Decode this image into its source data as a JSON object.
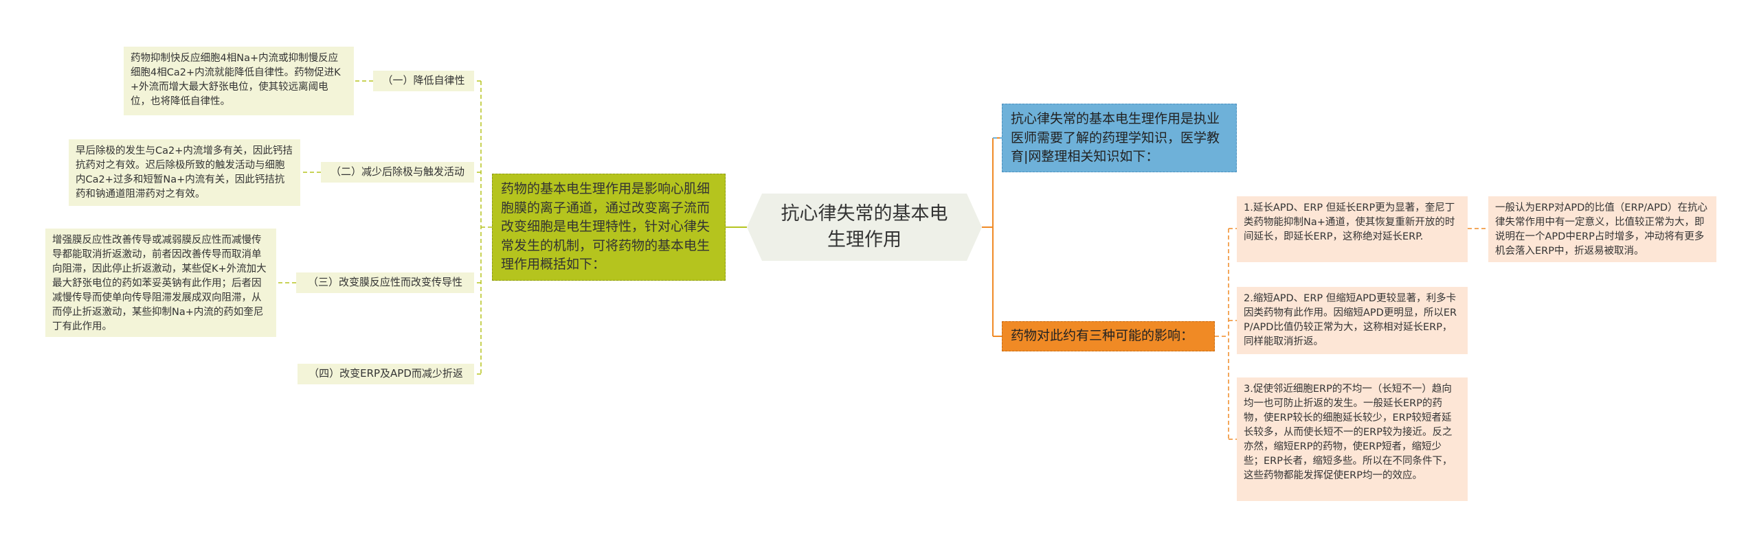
{
  "root": {
    "title": "抗心律失常的基本电生理作用"
  },
  "left_main": {
    "text": "药物的基本电生理作用是影响心肌细胞膜的离子通道，通过改变离子流而改变细胞是电生理特性，针对心律失常发生的机制，可将药物的基本电生理作用概括如下："
  },
  "left_branches": [
    {
      "label": "（一）降低自律性",
      "detail": "药物抑制快反应细胞4相Na+内流或抑制慢反应细胞4相Ca2+内流就能降低自律性。药物促进K+外流而增大最大舒张电位，使其较远离阈电位，也将降低自律性。"
    },
    {
      "label": "（二）减少后除极与触发活动",
      "detail": "早后除极的发生与Ca2+内流增多有关，因此钙拮抗药对之有效。迟后除极所致的触发活动与细胞内Ca2+过多和短暂Na+内流有关，因此钙拮抗药和钠通道阻滞药对之有效。"
    },
    {
      "label": "（三）改变膜反应性而改变传导性",
      "detail": "增强膜反应性改善传导或减弱膜反应性而减慢传导都能取消折返激动，前者因改善传导而取消单向阻滞，因此停止折返激动，某些促K+外流加大最大舒张电位的药如苯妥英钠有此作用；后者因减慢传导而使单向传导阻滞发展成双向阻滞，从而停止折返激动，某些抑制Na+内流的药如奎尼丁有此作用。"
    },
    {
      "label": "（四）改变ERP及APD而减少折返",
      "detail": ""
    }
  ],
  "right_top": {
    "text": "抗心律失常的基本电生理作用是执业医师需要了解的药理学知识，医学教育|网整理相关知识如下："
  },
  "right_bottom": {
    "label": "药物对此约有三种可能的影响：",
    "items": [
      {
        "text": "1.延长APD、ERP 但延长ERP更为显著，奎尼丁类药物能抑制Na+通道，使其恢复重新开放的时间延长，即延长ERP，这称绝对延长ERP.",
        "note": "一般认为ERP对APD的比值（ERP/APD）在抗心律失常作用中有一定意义，比值较正常为大，即说明在一个APD中ERP占时增多，冲动将有更多机会落入ERP中，折返易被取消。"
      },
      {
        "text": "2.缩短APD、ERP 但缩短APD更较显著，利多卡因类药物有此作用。因缩短APD更明显，所以ERP/APD比值仍较正常为大，这称相对延长ERP，同样能取消折返。"
      },
      {
        "text": "3.促使邻近细胞ERP的不均一（长短不一）趋向均一也可防止折返的发生。一般延长ERP的药物，使ERP较长的细胞延长较少，ERP较短者延长较多，从而使长短不一的ERP较为接近。反之亦然，缩短ERP的药物，使ERP短者，缩短少些；ERP长者，缩短多些。所以在不同条件下，这些药物都能发挥促使ERP均一的效应。"
      }
    ]
  },
  "colors": {
    "green_branch": "#b5c41e",
    "blue_branch": "#6eb1d9",
    "orange_branch": "#f08a25",
    "left_leaf_bg": "#f3f4d8",
    "right_leaf_bg": "#fde6d6",
    "root_bg": "#eef0e8"
  }
}
